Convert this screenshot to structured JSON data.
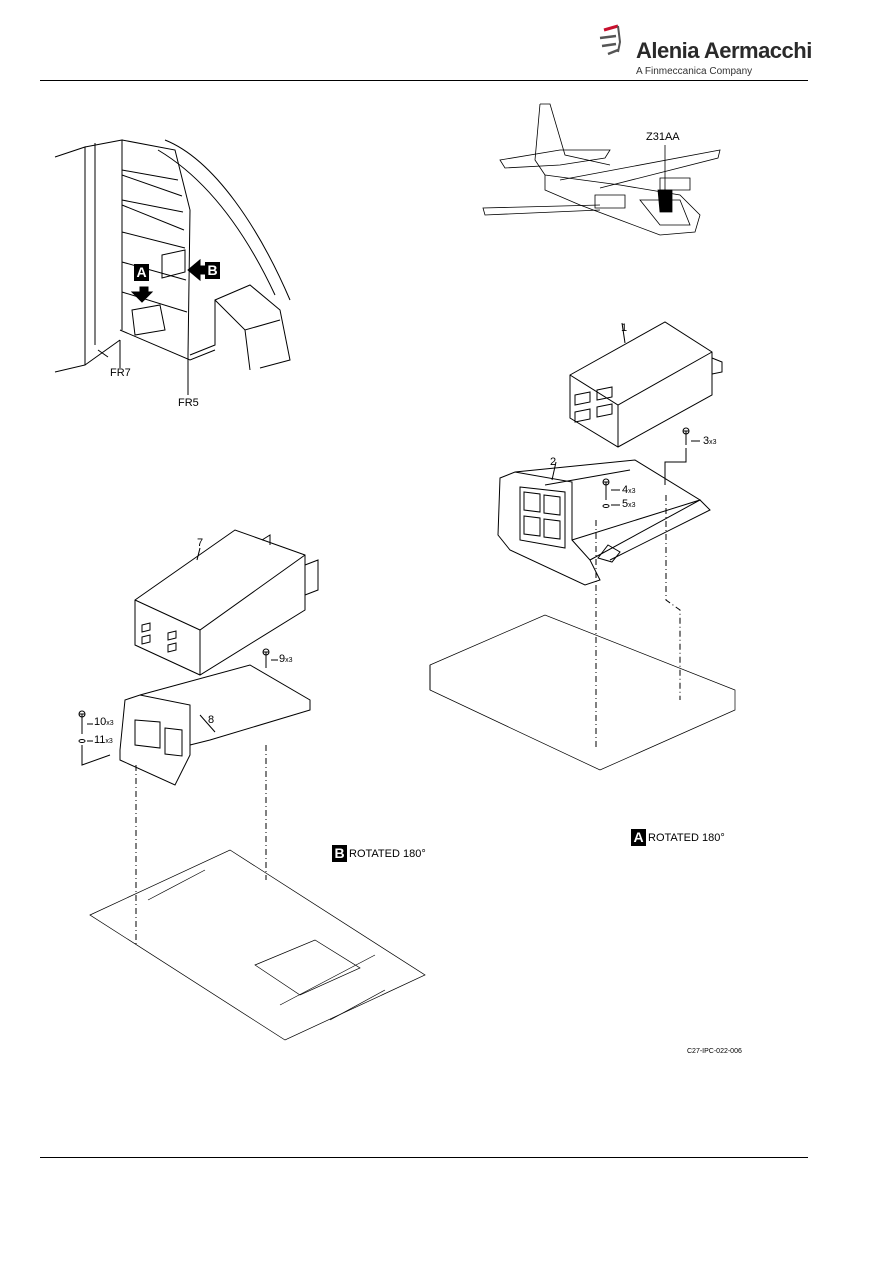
{
  "header": {
    "company_name": "Alenia Aermacchi",
    "company_sub": "A Finmeccanica Company"
  },
  "location_view": {
    "callout_a": "A",
    "callout_b": "B",
    "frame_7": "FR7",
    "frame_5": "FR5"
  },
  "aircraft": {
    "zone": "Z31AA"
  },
  "view_a": {
    "items": [
      {
        "num": "1",
        "qty": ""
      },
      {
        "num": "2",
        "qty": ""
      },
      {
        "num": "3",
        "qty": "x3"
      },
      {
        "num": "4",
        "qty": "x3"
      },
      {
        "num": "5",
        "qty": "x3"
      }
    ],
    "letter": "A",
    "caption": "ROTATED 180°"
  },
  "view_b": {
    "items": [
      {
        "num": "7",
        "qty": ""
      },
      {
        "num": "8",
        "qty": ""
      },
      {
        "num": "9",
        "qty": "x3"
      },
      {
        "num": "10",
        "qty": "x3"
      },
      {
        "num": "11",
        "qty": "x3"
      }
    ],
    "letter": "B",
    "caption": "ROTATED 180°"
  },
  "figure_id": "C27-IPC-022-006",
  "colors": {
    "ink": "#000000",
    "accent": "#c8102e"
  }
}
